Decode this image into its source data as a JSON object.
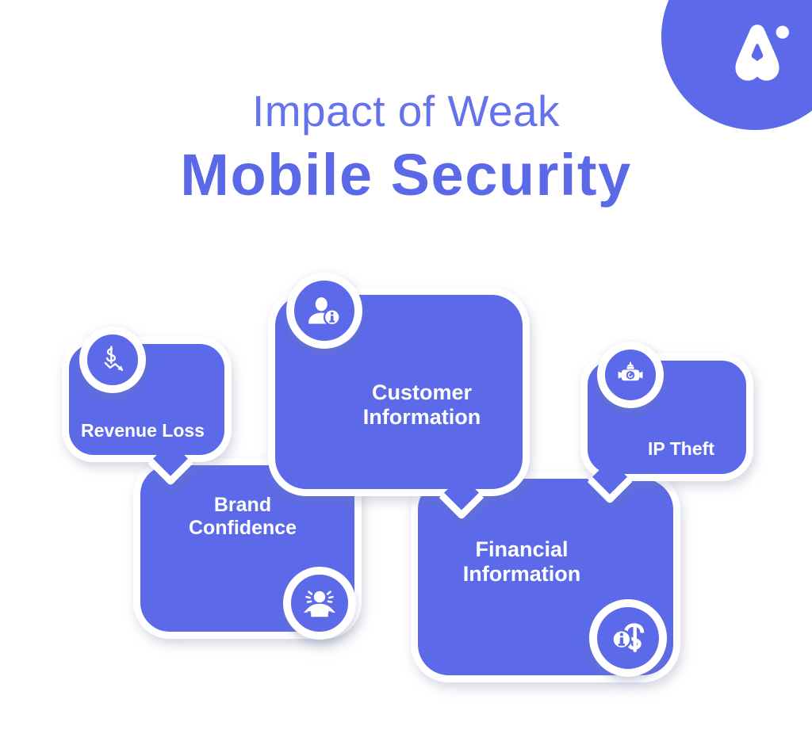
{
  "brand": {
    "logo_icon": "brand-a-mark-icon",
    "accent_color": "#5c6ae9",
    "card_color": "#5c6ae9",
    "heading_light_color": "#6472ec",
    "heading_bold_color": "#5b69e8",
    "background_color": "#ffffff",
    "border_color": "#ffffff"
  },
  "heading": {
    "line1": "Impact of Weak",
    "line2": "Mobile Security"
  },
  "cards": [
    {
      "id": "revenue",
      "label": "Revenue Loss",
      "icon": "dollar-declining-arrow-icon"
    },
    {
      "id": "customer",
      "label": "Customer\nInformation",
      "icon": "person-info-badge-icon"
    },
    {
      "id": "iptheft",
      "label": "IP Theft",
      "icon": "robot-head-icon"
    },
    {
      "id": "brand",
      "label": "Brand\nConfidence",
      "icon": "confident-person-icon"
    },
    {
      "id": "financial",
      "label": "Financial\nInformation",
      "icon": "info-dollar-icon"
    }
  ]
}
